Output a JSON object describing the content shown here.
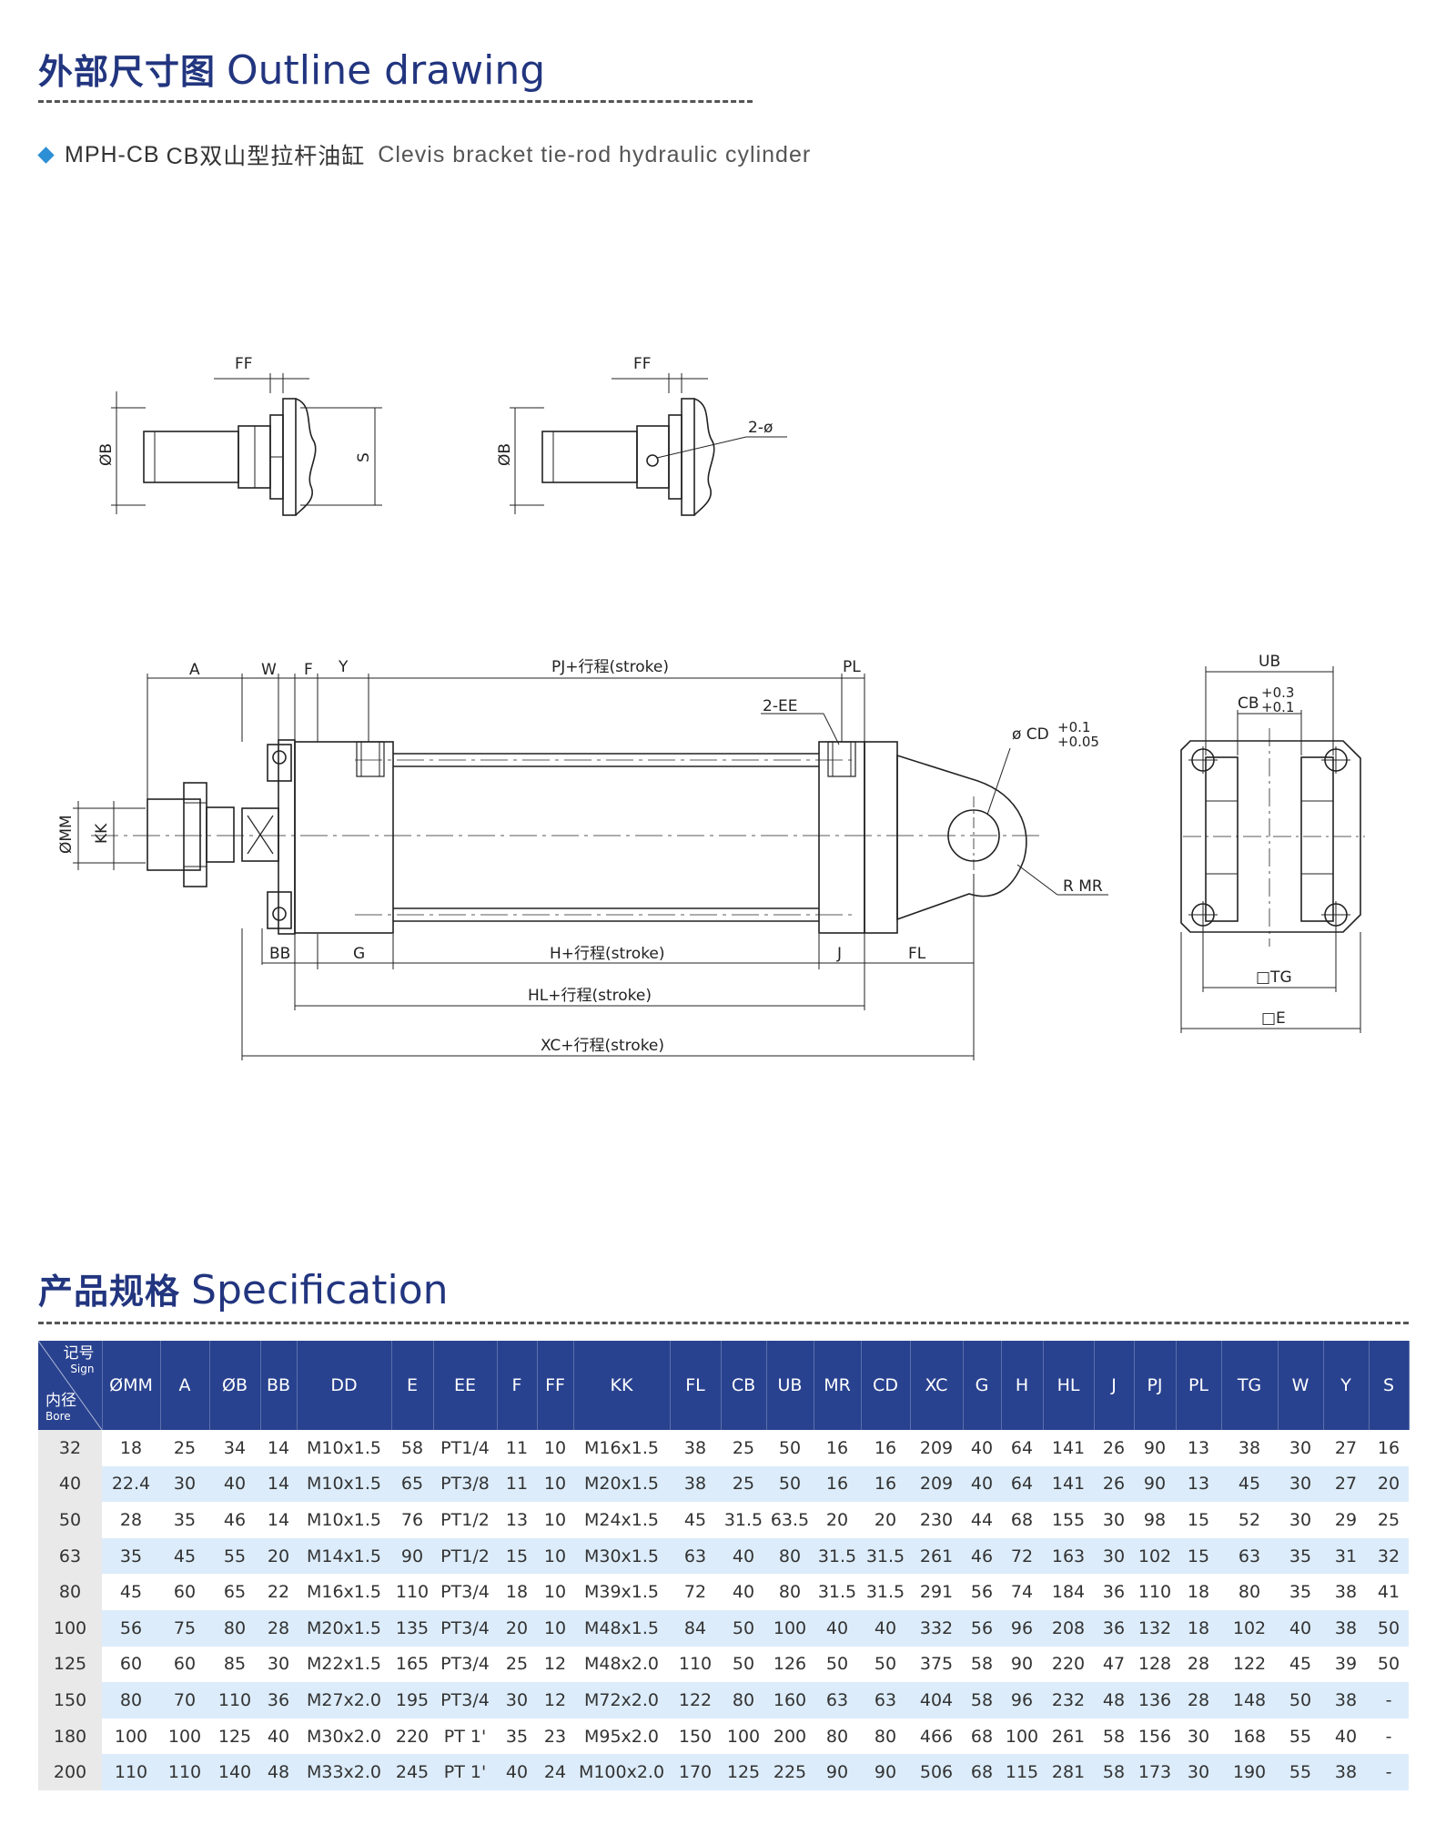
{
  "outline": {
    "title_cn": "外部尺寸图",
    "title_en": "Outline drawing",
    "model": "MPH-CB",
    "model_cn": "CB双山型拉杆油缸",
    "model_en": "Clevis bracket tie-rod hydraulic cylinder"
  },
  "drawing_labels": {
    "ff": "FF",
    "dia_b": "ØB",
    "s": "S",
    "two_phi": "2-ø",
    "a": "A",
    "w": "W",
    "f": "F",
    "y": "Y",
    "pj_stroke": "PJ+行程(stroke)",
    "pl": "PL",
    "two_ee": "2-EE",
    "cd": "ø CD",
    "cd_tol_upper": "+0.1",
    "cd_tol_lower": "+0.05",
    "mm": "ØMM",
    "kk": "KK",
    "r_mr": "R MR",
    "bb": "BB",
    "g": "G",
    "h_stroke": "H+行程(stroke)",
    "j": "J",
    "fl": "FL",
    "hl_stroke": "HL+行程(stroke)",
    "xc_stroke": "XC+行程(stroke)",
    "ub": "UB",
    "cb": "CB",
    "cb_tol_upper": "+0.3",
    "cb_tol_lower": "+0.1",
    "tg": "□TG",
    "e": "□E"
  },
  "specification": {
    "title_cn": "产品规格",
    "title_en": "Specification",
    "corner_sign_cn": "记号",
    "corner_sign_en": "Sign",
    "corner_bore_cn": "内径",
    "corner_bore_en": "Bore",
    "headers": [
      "ØMM",
      "A",
      "ØB",
      "BB",
      "DD",
      "E",
      "EE",
      "F",
      "FF",
      "KK",
      "FL",
      "CB",
      "UB",
      "MR",
      "CD",
      "XC",
      "G",
      "H",
      "HL",
      "J",
      "PJ",
      "PL",
      "TG",
      "W",
      "Y",
      "S"
    ],
    "rows": [
      [
        "32",
        "18",
        "25",
        "34",
        "14",
        "M10x1.5",
        "58",
        "PT1/4",
        "11",
        "10",
        "M16x1.5",
        "38",
        "25",
        "50",
        "16",
        "16",
        "209",
        "40",
        "64",
        "141",
        "26",
        "90",
        "13",
        "38",
        "30",
        "27",
        "16"
      ],
      [
        "40",
        "22.4",
        "30",
        "40",
        "14",
        "M10x1.5",
        "65",
        "PT3/8",
        "11",
        "10",
        "M20x1.5",
        "38",
        "25",
        "50",
        "16",
        "16",
        "209",
        "40",
        "64",
        "141",
        "26",
        "90",
        "13",
        "45",
        "30",
        "27",
        "20"
      ],
      [
        "50",
        "28",
        "35",
        "46",
        "14",
        "M10x1.5",
        "76",
        "PT1/2",
        "13",
        "10",
        "M24x1.5",
        "45",
        "31.5",
        "63.5",
        "20",
        "20",
        "230",
        "44",
        "68",
        "155",
        "30",
        "98",
        "15",
        "52",
        "30",
        "29",
        "25"
      ],
      [
        "63",
        "35",
        "45",
        "55",
        "20",
        "M14x1.5",
        "90",
        "PT1/2",
        "15",
        "10",
        "M30x1.5",
        "63",
        "40",
        "80",
        "31.5",
        "31.5",
        "261",
        "46",
        "72",
        "163",
        "30",
        "102",
        "15",
        "63",
        "35",
        "31",
        "32"
      ],
      [
        "80",
        "45",
        "60",
        "65",
        "22",
        "M16x1.5",
        "110",
        "PT3/4",
        "18",
        "10",
        "M39x1.5",
        "72",
        "40",
        "80",
        "31.5",
        "31.5",
        "291",
        "56",
        "74",
        "184",
        "36",
        "110",
        "18",
        "80",
        "35",
        "38",
        "41"
      ],
      [
        "100",
        "56",
        "75",
        "80",
        "28",
        "M20x1.5",
        "135",
        "PT3/4",
        "20",
        "10",
        "M48x1.5",
        "84",
        "50",
        "100",
        "40",
        "40",
        "332",
        "56",
        "96",
        "208",
        "36",
        "132",
        "18",
        "102",
        "40",
        "38",
        "50"
      ],
      [
        "125",
        "60",
        "60",
        "85",
        "30",
        "M22x1.5",
        "165",
        "PT3/4",
        "25",
        "12",
        "M48x2.0",
        "110",
        "50",
        "126",
        "50",
        "50",
        "375",
        "58",
        "90",
        "220",
        "47",
        "128",
        "28",
        "122",
        "45",
        "39",
        "50"
      ],
      [
        "150",
        "80",
        "70",
        "110",
        "36",
        "M27x2.0",
        "195",
        "PT3/4",
        "30",
        "12",
        "M72x2.0",
        "122",
        "80",
        "160",
        "63",
        "63",
        "404",
        "58",
        "96",
        "232",
        "48",
        "136",
        "28",
        "148",
        "50",
        "38",
        "-"
      ],
      [
        "180",
        "100",
        "100",
        "125",
        "40",
        "M30x2.0",
        "220",
        "PT 1'",
        "35",
        "23",
        "M95x2.0",
        "150",
        "100",
        "200",
        "80",
        "80",
        "466",
        "68",
        "100",
        "261",
        "58",
        "156",
        "30",
        "168",
        "55",
        "40",
        "-"
      ],
      [
        "200",
        "110",
        "110",
        "140",
        "48",
        "M33x2.0",
        "245",
        "PT 1'",
        "40",
        "24",
        "M100x2.0",
        "170",
        "125",
        "225",
        "90",
        "90",
        "506",
        "68",
        "115",
        "281",
        "58",
        "173",
        "30",
        "190",
        "55",
        "38",
        "-"
      ]
    ]
  }
}
